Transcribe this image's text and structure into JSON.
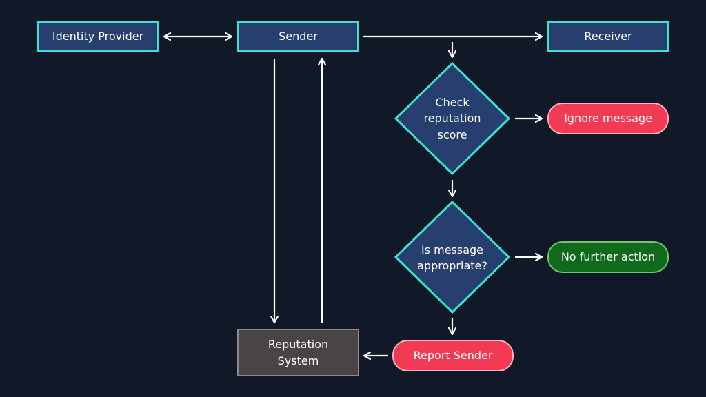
{
  "diagram": {
    "identity_provider": "Identity Provider",
    "sender": "Sender",
    "receiver": "Receiver",
    "check_reputation": "Check reputation score",
    "ignore_message": "Ignore message",
    "is_appropriate": "Is message appropriate?",
    "no_further_action": "No further action",
    "report_sender": "Report Sender",
    "reputation_system": "Reputation System"
  },
  "colors": {
    "background": "#111827",
    "box_fill": "#263f6e",
    "box_border": "#3ee0cf",
    "red_pill": "#f23a55",
    "green_pill": "#0f6a1c",
    "gray_box": "#4a4544"
  }
}
